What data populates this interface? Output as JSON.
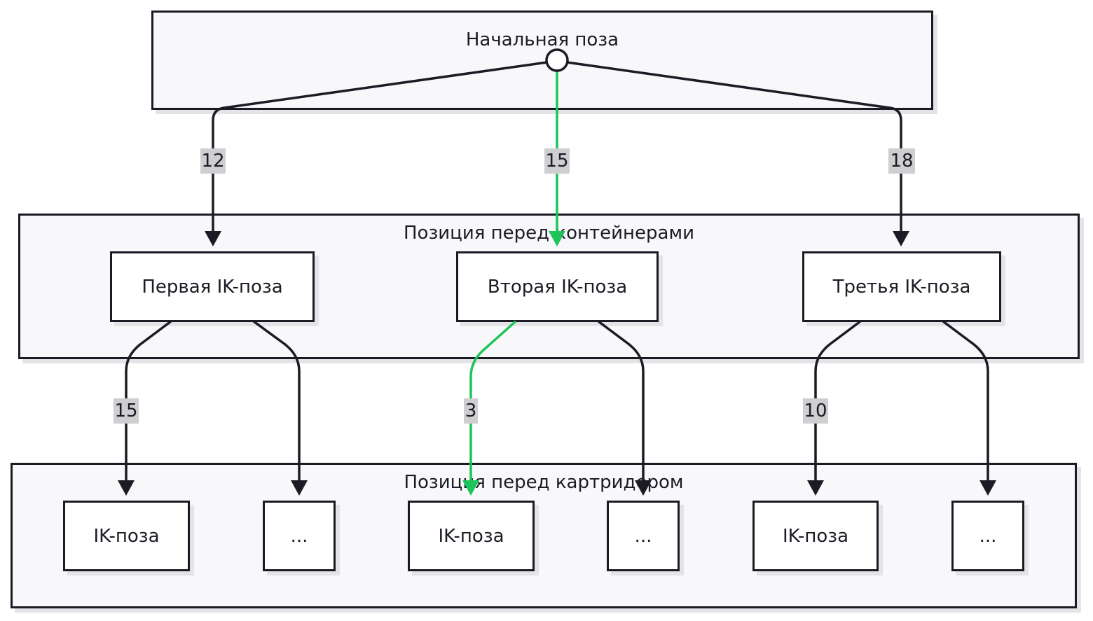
{
  "groups": {
    "start": {
      "title": "Начальная поза"
    },
    "containers": {
      "title": "Позиция перед контейнерами"
    },
    "cartridge": {
      "title": "Позиция перед картридером"
    }
  },
  "nodes": {
    "ik_first": "Первая IK-поза",
    "ik_second": "Вторая IK-поза",
    "ik_third": "Третья IK-поза",
    "ik_pose_1": "IK-поза",
    "more_1": "...",
    "ik_pose_2": "IK-поза",
    "more_2": "...",
    "ik_pose_3": "IK-поза",
    "more_3": "..."
  },
  "edge_labels": {
    "start_to_first": "12",
    "start_to_second": "15",
    "start_to_third": "18",
    "first_to_pose": "15",
    "second_to_pose": "3",
    "third_to_pose": "10"
  },
  "colors": {
    "line": "#1b1b24",
    "highlight": "#1cc45a",
    "label_bg": "#cfcfd2"
  }
}
